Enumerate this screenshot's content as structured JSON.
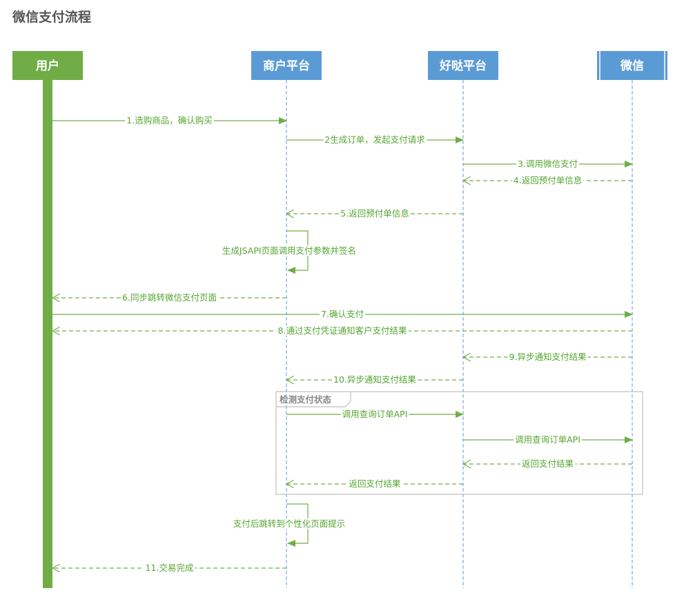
{
  "title": "微信支付流程",
  "colors": {
    "user_actor": "#70ad47",
    "system_actor": "#5b9bd5",
    "message": "#70ad47",
    "message_text": "#56a532",
    "lifeline": "#5b9bd5",
    "frame_border": "#bfbfbf",
    "title_text": "#555555"
  },
  "actors": [
    {
      "id": "user",
      "label": "用户"
    },
    {
      "id": "merchant",
      "label": "商户平台"
    },
    {
      "id": "haoda",
      "label": "好哒平台"
    },
    {
      "id": "wechat",
      "label": "微信"
    }
  ],
  "messages": [
    {
      "from": "user",
      "to": "merchant",
      "label": "1.选购商品，确认购买",
      "style": "solid"
    },
    {
      "from": "merchant",
      "to": "haoda",
      "label": "2生成订单，发起支付请求",
      "style": "solid"
    },
    {
      "from": "haoda",
      "to": "wechat",
      "label": "3.调用微信支付",
      "style": "solid"
    },
    {
      "from": "wechat",
      "to": "haoda",
      "label": "4.返回预付单信息",
      "style": "dashed"
    },
    {
      "from": "haoda",
      "to": "merchant",
      "label": "5.返回预付单信息",
      "style": "dashed"
    },
    {
      "from": "merchant",
      "to": "merchant",
      "label": "生成JSAPI页面调用支付参数并签名",
      "style": "self"
    },
    {
      "from": "merchant",
      "to": "user",
      "label": "6.同步跳转微信支付页面",
      "style": "dashed"
    },
    {
      "from": "user",
      "to": "wechat",
      "label": "7.确认支付",
      "style": "solid"
    },
    {
      "from": "wechat",
      "to": "user",
      "label": "8.通过支付凭证通知客户支付结果",
      "style": "dashed"
    },
    {
      "from": "wechat",
      "to": "haoda",
      "label": "9.异步通知支付结果",
      "style": "dashed"
    },
    {
      "from": "haoda",
      "to": "merchant",
      "label": "10.异步通知支付结果",
      "style": "dashed"
    },
    {
      "from": "merchant",
      "to": "haoda",
      "label": "调用查询订单API",
      "style": "solid"
    },
    {
      "from": "haoda",
      "to": "wechat",
      "label": "调用查询订单API",
      "style": "solid"
    },
    {
      "from": "wechat",
      "to": "haoda",
      "label": "返回支付结果",
      "style": "dashed"
    },
    {
      "from": "haoda",
      "to": "merchant",
      "label": "返回支付结果",
      "style": "dashed"
    },
    {
      "from": "merchant",
      "to": "merchant",
      "label": "支付后跳转到个性化页面提示",
      "style": "self"
    },
    {
      "from": "merchant",
      "to": "user",
      "label": "11.交易完成",
      "style": "dashed"
    }
  ],
  "fragment": {
    "label": "检测支付状态"
  }
}
